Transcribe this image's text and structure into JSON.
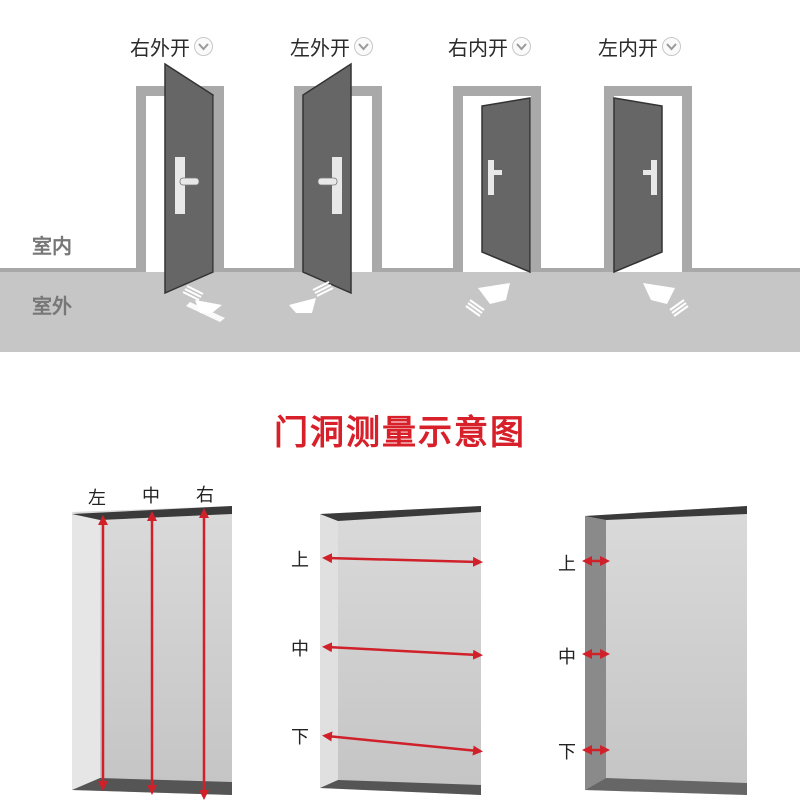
{
  "door_types": [
    {
      "label": "右外开",
      "direction": "outward",
      "hinge": "left-swing-right"
    },
    {
      "label": "左外开",
      "direction": "outward",
      "hinge": "right-swing-left"
    },
    {
      "label": "右内开",
      "direction": "inward",
      "hinge": "right"
    },
    {
      "label": "左内开",
      "direction": "inward",
      "hinge": "left"
    }
  ],
  "dropdown_icon": "chevron-down-circle-icon",
  "zones": {
    "indoor": "室内",
    "outdoor": "室外"
  },
  "section_title": "门洞测量示意图",
  "measure_height": {
    "labels": [
      "左",
      "中",
      "右"
    ]
  },
  "measure_width": {
    "labels": [
      "上",
      "中",
      "下"
    ]
  },
  "measure_depth": {
    "labels": [
      "上",
      "中",
      "下"
    ]
  },
  "colors": {
    "title_red": "#d8202a",
    "arrow_red": "#d0202a",
    "door_gray": "#646464",
    "frame_gray": "#a9a9a9",
    "ground_gray": "#c6c6c6",
    "wall_dark": "#3a3a3a"
  }
}
